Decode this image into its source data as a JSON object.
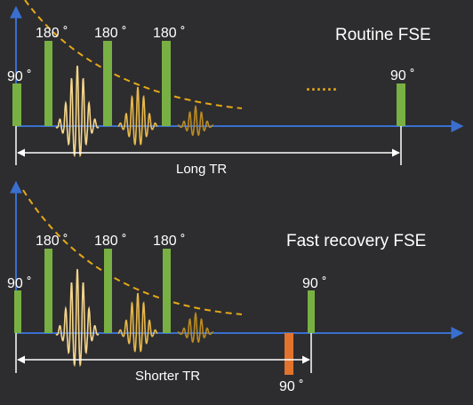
{
  "colors": {
    "background": "#2d2d2f",
    "axis": "#3a6fd0",
    "rf_pulse": "#79b043",
    "echo_strong": "#f5d58a",
    "echo_mid": "#e8b84a",
    "echo_weak": "#b98a22",
    "decay_curve": "#e6a817",
    "flip_back_pulse": "#e2732e",
    "bracket": "#ffffff"
  },
  "panels": {
    "routine": {
      "title": "Routine FSE",
      "excitation_label": "90 ˚",
      "refocus_labels": [
        "180 ˚",
        "180 ˚",
        "180 ˚"
      ],
      "next_excitation_label": "90 ˚",
      "ellipsis": "......",
      "tr_label": "Long TR",
      "echo_count": 3
    },
    "fast_recovery": {
      "title": "Fast recovery FSE",
      "excitation_label": "90 ˚",
      "refocus_labels": [
        "180 ˚",
        "180 ˚",
        "180 ˚"
      ],
      "next_excitation_label": "90 ˚",
      "flip_back_label": "90 ˚",
      "tr_label": "Shorter TR",
      "echo_count": 3
    }
  }
}
